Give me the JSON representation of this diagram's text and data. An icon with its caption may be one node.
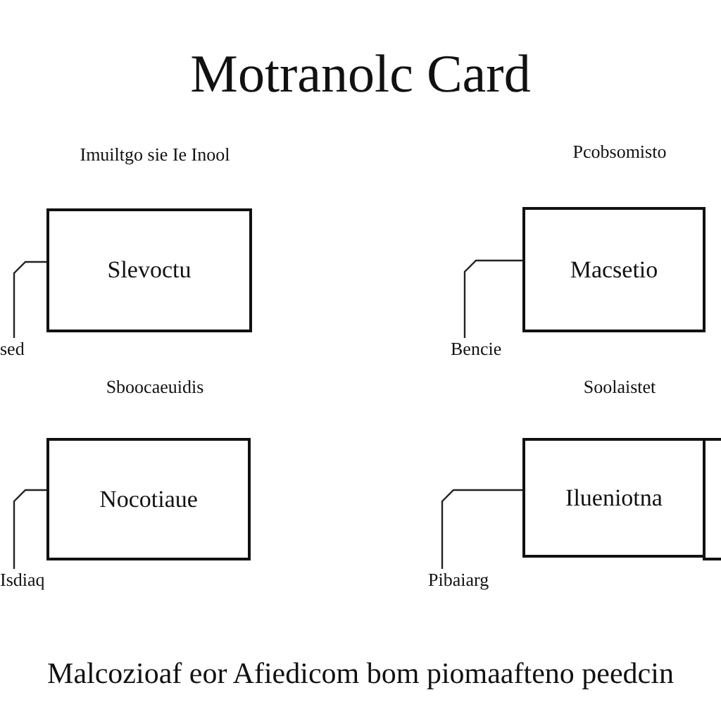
{
  "diagram": {
    "title": "Motranolc Card",
    "nodes": [
      {
        "text": [
          "Imuiltgo sie Ie Inool",
          "Slevoctu"
        ]
      },
      {
        "text": [
          "Pcobsomisto",
          "Macsetio"
        ]
      },
      {
        "text": [
          "sed"
        ]
      },
      {
        "text": [
          "Bencie"
        ]
      },
      {
        "text": [
          "Sboocaeuidis",
          "Nocotiaue"
        ]
      },
      {
        "text": [
          "Soolaistet",
          "Ilueniotna"
        ]
      },
      {
        "text": [],
        "shape": "box"
      },
      {
        "text": [
          "Isdiaq"
        ]
      },
      {
        "text": [
          "Pibaiarg"
        ]
      }
    ],
    "edges": [
      {
        "from": 2,
        "to": 0,
        "arrow": "none"
      },
      {
        "from": 3,
        "to": 1,
        "arrow": "none"
      },
      {
        "from": 7,
        "to": 4,
        "arrow": "none"
      },
      {
        "from": 8,
        "to": 5,
        "arrow": "none"
      }
    ],
    "caption": "Malcozioaf eor Afiedicom bom piomaafteno peedcin"
  }
}
